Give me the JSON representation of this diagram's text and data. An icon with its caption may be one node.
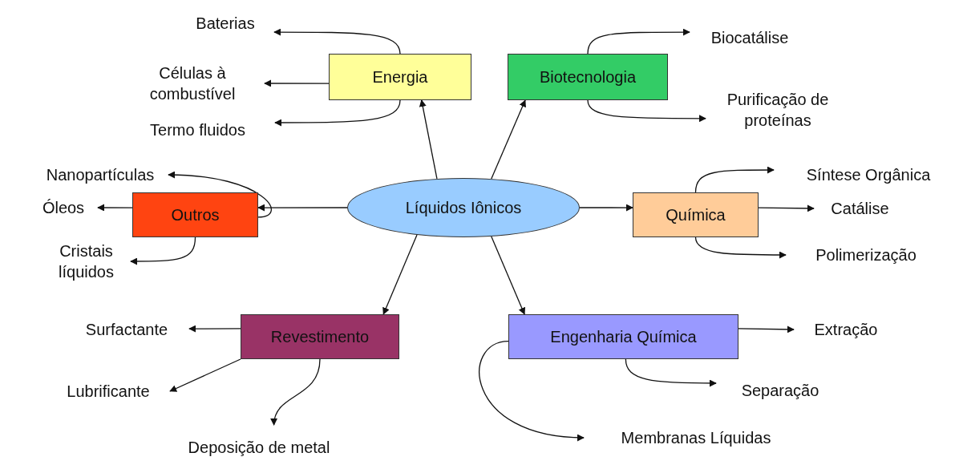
{
  "diagram": {
    "nodes": [
      {
        "text": [
          "Líquidos Iônicos"
        ]
      },
      {
        "text": [
          "Energia"
        ]
      },
      {
        "text": [
          "Biotecnologia"
        ]
      },
      {
        "text": [
          "Outros"
        ]
      },
      {
        "text": [
          "Química"
        ]
      },
      {
        "text": [
          "Revestimento"
        ]
      },
      {
        "text": [
          "Engenharia Química"
        ]
      },
      {
        "text": [
          "Baterias"
        ]
      },
      {
        "text": [
          "Células à combustível"
        ]
      },
      {
        "text": [
          "Termo fluidos"
        ]
      },
      {
        "text": [
          "Biocatálise"
        ]
      },
      {
        "text": [
          "Purificação de proteínas"
        ]
      },
      {
        "text": [
          "Nanopartículas"
        ]
      },
      {
        "text": [
          "Óleos"
        ]
      },
      {
        "text": [
          "Cristais líquidos"
        ]
      },
      {
        "text": [
          "Síntese Orgânica"
        ]
      },
      {
        "text": [
          "Catálise"
        ]
      },
      {
        "text": [
          "Polimerização"
        ]
      },
      {
        "text": [
          "Surfactante"
        ]
      },
      {
        "text": [
          "Lubrificante"
        ]
      },
      {
        "text": [
          "Deposição de metal"
        ]
      },
      {
        "text": [
          "Extração"
        ]
      },
      {
        "text": [
          "Separação"
        ]
      },
      {
        "text": [
          "Membranas Líquidas"
        ]
      }
    ],
    "edges": [
      {
        "from": 0,
        "to": 1,
        "arrow": "to"
      },
      {
        "from": 0,
        "to": 2,
        "arrow": "to"
      },
      {
        "from": 0,
        "to": 3,
        "arrow": "to"
      },
      {
        "from": 0,
        "to": 4,
        "arrow": "to"
      },
      {
        "from": 0,
        "to": 5,
        "arrow": "to"
      },
      {
        "from": 0,
        "to": 6,
        "arrow": "to"
      },
      {
        "from": 1,
        "to": 7,
        "arrow": "to"
      },
      {
        "from": 1,
        "to": 8,
        "arrow": "to"
      },
      {
        "from": 1,
        "to": 9,
        "arrow": "to"
      },
      {
        "from": 2,
        "to": 10,
        "arrow": "to"
      },
      {
        "from": 2,
        "to": 11,
        "arrow": "to"
      },
      {
        "from": 3,
        "to": 12,
        "arrow": "to"
      },
      {
        "from": 3,
        "to": 13,
        "arrow": "to"
      },
      {
        "from": 3,
        "to": 14,
        "arrow": "to"
      },
      {
        "from": 4,
        "to": 15,
        "arrow": "to"
      },
      {
        "from": 4,
        "to": 16,
        "arrow": "to"
      },
      {
        "from": 4,
        "to": 17,
        "arrow": "to"
      },
      {
        "from": 5,
        "to": 18,
        "arrow": "to"
      },
      {
        "from": 5,
        "to": 19,
        "arrow": "to"
      },
      {
        "from": 5,
        "to": 20,
        "arrow": "to"
      },
      {
        "from": 6,
        "to": 21,
        "arrow": "to"
      },
      {
        "from": 6,
        "to": 22,
        "arrow": "to"
      },
      {
        "from": 6,
        "to": 23,
        "arrow": "to"
      }
    ]
  }
}
